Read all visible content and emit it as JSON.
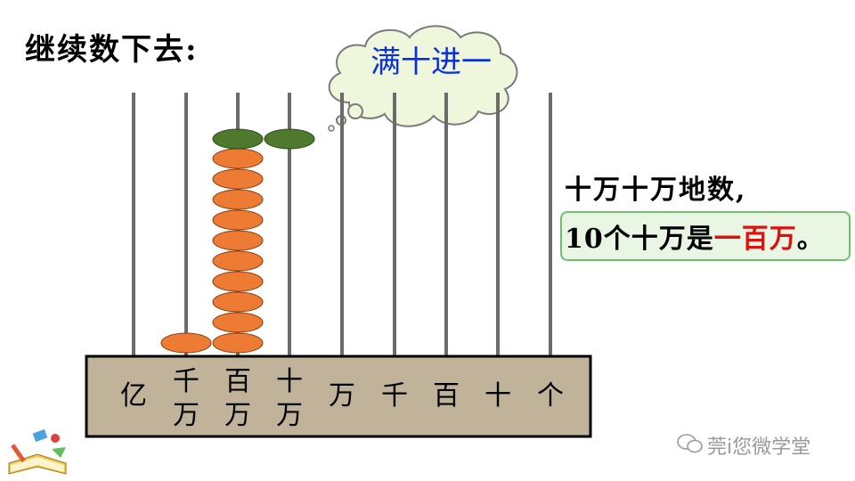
{
  "heading": "继续数下去:",
  "thought_bubble": "满十进一",
  "abacus": {
    "places": [
      "亿",
      "千万",
      "百万",
      "十万",
      "万",
      "千",
      "百",
      "十",
      "个"
    ],
    "beads": [
      0,
      1,
      10,
      0,
      0,
      0,
      0,
      0,
      0
    ],
    "colors": {
      "frame": "#c0b39a",
      "rod": "#6b6b6b",
      "bead_orange": "#ee7b33",
      "bead_green": "#4f7a2e"
    }
  },
  "explanation": {
    "line1": "十万十万地数,",
    "line2_prefix": "10个十万是",
    "line2_highlight": "一百万",
    "line2_suffix": "。"
  },
  "watermark": "莞i您微学堂"
}
